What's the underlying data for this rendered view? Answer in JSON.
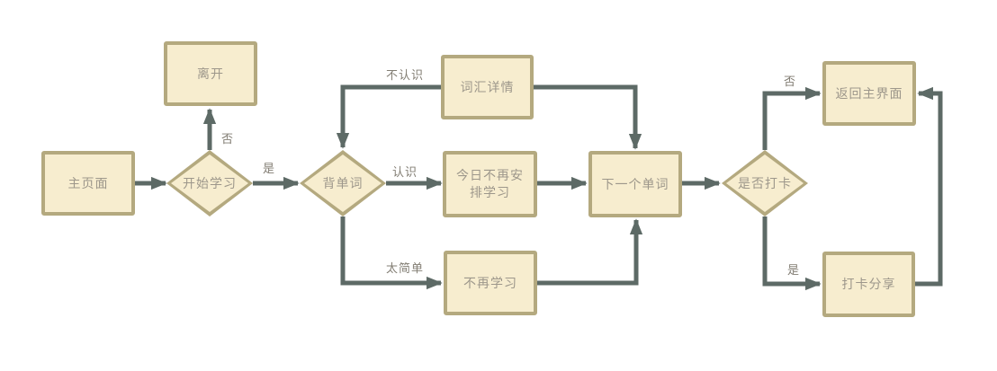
{
  "colors": {
    "canvas_bg": "#ffffff",
    "node_fill": "#f7edcf",
    "node_border": "#b4a97f",
    "node_text": "#9d978b",
    "label_text": "#827d73",
    "connector": "#5d6a66"
  },
  "flowchart": {
    "nodes": {
      "main_page": "主页面",
      "leave": "离开",
      "start_study": "开始学习",
      "recite_word": "背单词",
      "word_detail": "词汇详情",
      "no_more_study_today": "今日不再安排学习",
      "stop_studying": "不再学习",
      "next_word": "下一个单词",
      "check_in_decision": "是否打卡",
      "back_to_main": "返回主界面",
      "check_in_share": "打卡分享"
    },
    "edge_labels": {
      "start_no": "否",
      "start_yes": "是",
      "not_recognize": "不认识",
      "recognize": "认识",
      "too_easy": "太简单",
      "checkin_no": "否",
      "checkin_yes": "是"
    },
    "connections": [
      {
        "from": "主页面",
        "to": "开始学习",
        "label": ""
      },
      {
        "from": "开始学习",
        "to": "离开",
        "label": "否"
      },
      {
        "from": "开始学习",
        "to": "背单词",
        "label": "是"
      },
      {
        "from": "词汇详情",
        "to": "背单词",
        "label": "不认识"
      },
      {
        "from": "词汇详情",
        "to": "下一个单词",
        "label": ""
      },
      {
        "from": "背单词",
        "to": "今日不再安排学习",
        "label": "认识"
      },
      {
        "from": "今日不再安排学习",
        "to": "下一个单词",
        "label": ""
      },
      {
        "from": "背单词",
        "to": "不再学习",
        "label": "太简单"
      },
      {
        "from": "不再学习",
        "to": "下一个单词",
        "label": ""
      },
      {
        "from": "下一个单词",
        "to": "是否打卡",
        "label": ""
      },
      {
        "from": "是否打卡",
        "to": "返回主界面",
        "label": "否"
      },
      {
        "from": "是否打卡",
        "to": "打卡分享",
        "label": "是"
      },
      {
        "from": "打卡分享",
        "to": "返回主界面",
        "label": ""
      }
    ]
  }
}
